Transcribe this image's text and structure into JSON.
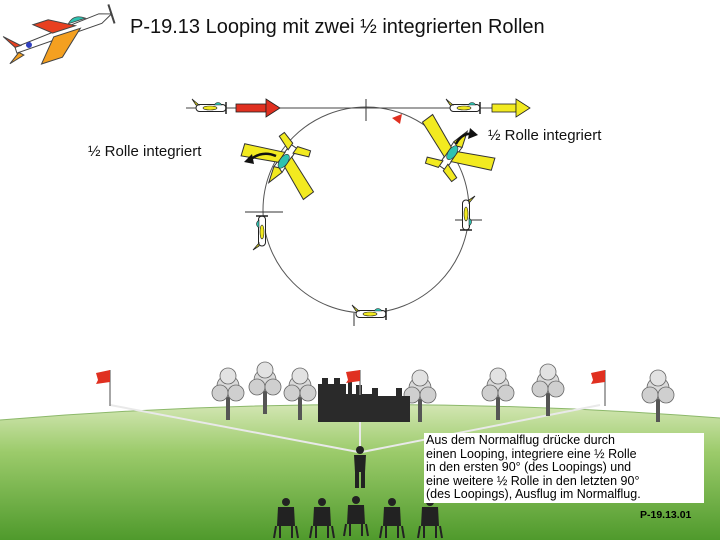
{
  "title": "P-19.13 Looping mit zwei ½ integrierten Rollen",
  "labels": {
    "left_roll": "½ Rolle integriert",
    "right_roll": "½ Rolle integriert"
  },
  "description": {
    "lines": [
      "Aus dem Normalflug drücke durch",
      "einen Looping, integriere eine ½ Rolle",
      "in den ersten 90° (des Loopings) und",
      "eine weitere ½ Rolle in den letzten 90°",
      "(des Loopings), Ausflug im Normalflug."
    ]
  },
  "figure_code": "P-19.13.01",
  "colors": {
    "sky": "#ffffff",
    "grass_far": "#c8dfa0",
    "grass_near": "#5aa033",
    "entry_arrow": "#e03020",
    "exit_arrow": "#f2ea20",
    "plane_yellow": "#f2ea20",
    "canopy": "#2ec2b0",
    "flag": "#e03020"
  },
  "icons": [
    "logo-airplane-icon",
    "airplane-icon",
    "roll-arrow-icon",
    "flag-icon",
    "tree-icon",
    "castle-icon",
    "pilot-icon",
    "spectator-icon"
  ]
}
